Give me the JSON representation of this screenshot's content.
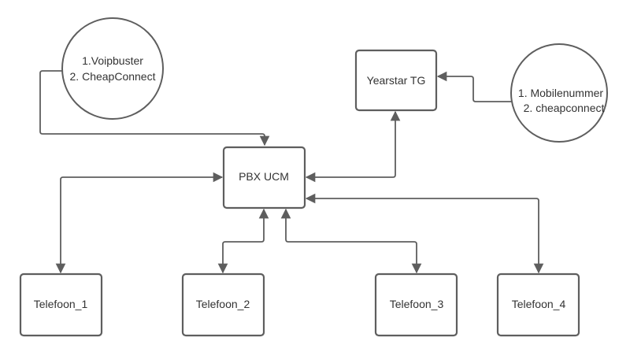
{
  "diagram": {
    "nodes": [
      {
        "id": "voip-providers",
        "shape": "circle",
        "lines": [
          "1.Voipbuster",
          "2. CheapConnect"
        ]
      },
      {
        "id": "mobile-providers",
        "shape": "circle",
        "lines": [
          "1. Mobilenummer",
          "  2. cheapconnect"
        ]
      },
      {
        "id": "yearstar-tg",
        "shape": "rect",
        "lines": [
          "Yearstar TG"
        ]
      },
      {
        "id": "pbx-ucm",
        "shape": "rect",
        "lines": [
          "PBX UCM"
        ]
      },
      {
        "id": "telefoon-1",
        "shape": "rect",
        "lines": [
          "Telefoon_1"
        ]
      },
      {
        "id": "telefoon-2",
        "shape": "rect",
        "lines": [
          "Telefoon_2"
        ]
      },
      {
        "id": "telefoon-3",
        "shape": "rect",
        "lines": [
          "Telefoon_3"
        ]
      },
      {
        "id": "telefoon-4",
        "shape": "rect",
        "lines": [
          "Telefoon_4"
        ]
      }
    ],
    "edges": [
      {
        "id": "voip-to-pbx",
        "from": "voip-providers",
        "to": "pbx-ucm",
        "direction": "forward"
      },
      {
        "id": "mobile-to-yearstar",
        "from": "mobile-providers",
        "to": "yearstar-tg",
        "direction": "forward"
      },
      {
        "id": "pbx-yearstar",
        "from": "pbx-ucm",
        "to": "yearstar-tg",
        "direction": "both"
      },
      {
        "id": "pbx-telefoon-1",
        "from": "pbx-ucm",
        "to": "telefoon-1",
        "direction": "both"
      },
      {
        "id": "pbx-telefoon-2",
        "from": "pbx-ucm",
        "to": "telefoon-2",
        "direction": "both"
      },
      {
        "id": "pbx-telefoon-3",
        "from": "pbx-ucm",
        "to": "telefoon-3",
        "direction": "both"
      },
      {
        "id": "pbx-telefoon-4",
        "from": "pbx-ucm",
        "to": "telefoon-4",
        "direction": "both"
      }
    ],
    "colors": {
      "stroke": "#5e5e5e",
      "text": "#333333",
      "background": "#ffffff"
    }
  }
}
